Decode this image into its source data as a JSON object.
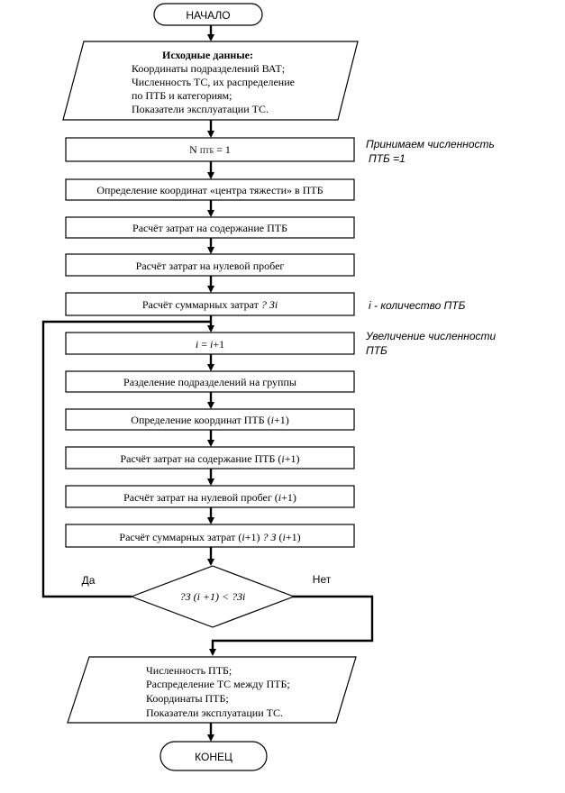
{
  "start_label": "НАЧАЛО",
  "input_box": {
    "title": "Исходные данные:",
    "lines": [
      "Координаты подразделений ВАТ;",
      "Численность ТС, их распределение",
      "по ПТБ и категориям;",
      "Показатели эксплуатации ТС."
    ]
  },
  "steps": {
    "n_init_prefix": "N ",
    "n_init_sub": "ПТБ",
    "n_init_suffix": " = 1",
    "center_of_gravity": "Определение координат «центра тяжести» в ПТБ",
    "maintenance_cost": "Расчёт затрат на содержание ПТБ",
    "zero_run_cost": "Расчёт затрат на нулевой пробег",
    "total_cost_prefix": "Расчёт суммарных затрат ",
    "total_cost_italic": "? Зi",
    "increment_i1": "i",
    "increment_mid": " =  ",
    "increment_i2": "i",
    "increment_suffix": "+1",
    "split_groups": "Разделение подразделений на группы",
    "ptb_coords_prefix": "Определение координат ПТБ (",
    "ptb_coords_i": "i",
    "ptb_coords_suffix": "+1)",
    "maint_next_prefix": "Расчёт затрат на содержание ПТБ (",
    "maint_next_i": "i",
    "maint_next_suffix": "+1)",
    "zero_next_prefix": "Расчёт затрат на нулевой пробег (",
    "zero_next_i": "i",
    "zero_next_suffix": "+1)",
    "total_next_a": "Расчёт суммарных затрат (",
    "total_next_b": "i",
    "total_next_c": "+1) ",
    "total_next_d": "? З",
    "total_next_e": " (",
    "total_next_f": "i",
    "total_next_g": "+1)"
  },
  "decision": {
    "condition": "?З (i +1) < ?Зi",
    "yes_label": "Да",
    "no_label": "Нет"
  },
  "notes": {
    "assume_line1": "Принимаем численность",
    "assume_line2": "ПТБ =1",
    "i_count": "i - количество ПТБ",
    "increase_line1": "Увеличение численности",
    "increase_line2": "ПТБ"
  },
  "output_box": {
    "lines": [
      "Численность ПТБ;",
      "Распределение ТС между ПТБ;",
      "Координаты ПТБ;",
      "Показатели эксплуатации ТС."
    ]
  },
  "end_label": "КОНЕЦ"
}
